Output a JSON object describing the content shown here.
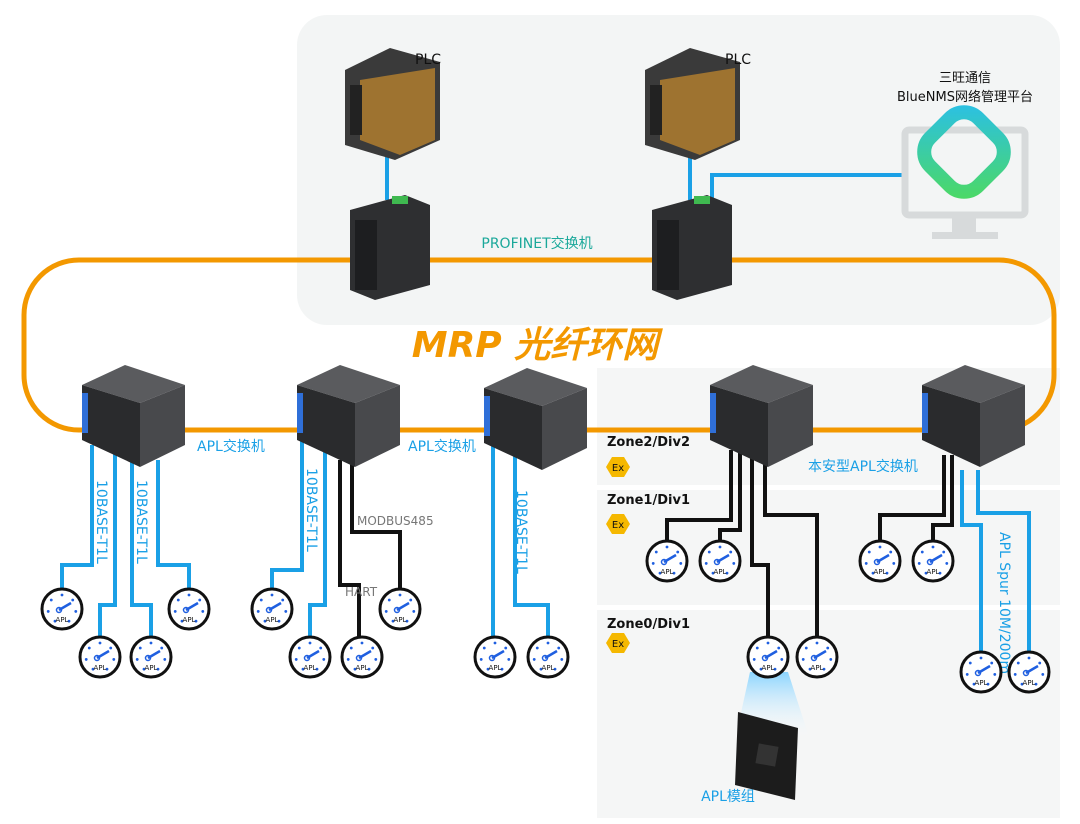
{
  "plc": {
    "left_label": "PLC",
    "right_label": "PLC"
  },
  "nms": {
    "line1": "三旺通信",
    "line2": "BlueNMS网络管理平台"
  },
  "profinet_label": "PROFINET交换机",
  "ring_label": "MRP 光纤环网",
  "apl_switch_labels": [
    "APL交换机",
    "APL交换机"
  ],
  "is_switch_label": "本安型APL交换机",
  "cable_labels": {
    "t1l_a": "10BASE-T1L",
    "t1l_b": "10BASE-T1L",
    "t1l_c": "10BASE-T1L",
    "t1l_d": "10BASE-T1L",
    "modbus": "MODBUS485",
    "hart": "HART",
    "spur": "APL Spur 10M/200m"
  },
  "zones": [
    {
      "name": "Zone2/Div2",
      "badge": "Ex"
    },
    {
      "name": "Zone1/Div1",
      "badge": "Ex"
    },
    {
      "name": "Zone0/Div1",
      "badge": "Ex"
    }
  ],
  "gauge_label": "APL",
  "module_label": "APL模组",
  "colors": {
    "ring": "#f39800",
    "apl_cable": "#1aa0e6",
    "legacy_cable": "#111111",
    "zone_badge": "#f5b800",
    "panel": "#f3f5f5"
  }
}
